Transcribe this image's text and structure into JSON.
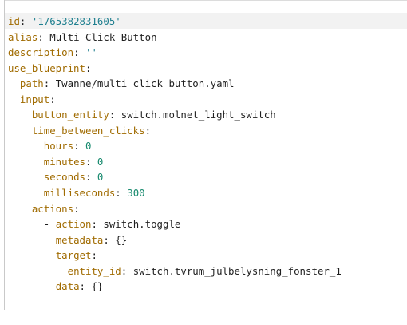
{
  "editor": {
    "lines": [
      {
        "indent": "",
        "dash": "",
        "key": "id",
        "value": "'1765382831605'",
        "value_type": "str"
      },
      {
        "indent": "",
        "dash": "",
        "key": "alias",
        "value": "Multi Click Button",
        "value_type": "plain"
      },
      {
        "indent": "",
        "dash": "",
        "key": "description",
        "value": "''",
        "value_type": "str"
      },
      {
        "indent": "",
        "dash": "",
        "key": "use_blueprint",
        "value": "",
        "value_type": "plain"
      },
      {
        "indent": "  ",
        "dash": "",
        "key": "path",
        "value": "Twanne/multi_click_button.yaml",
        "value_type": "plain"
      },
      {
        "indent": "  ",
        "dash": "",
        "key": "input",
        "value": "",
        "value_type": "plain"
      },
      {
        "indent": "    ",
        "dash": "",
        "key": "button_entity",
        "value": "switch.molnet_light_switch",
        "value_type": "plain"
      },
      {
        "indent": "    ",
        "dash": "",
        "key": "time_between_clicks",
        "value": "",
        "value_type": "plain"
      },
      {
        "indent": "      ",
        "dash": "",
        "key": "hours",
        "value": "0",
        "value_type": "num"
      },
      {
        "indent": "      ",
        "dash": "",
        "key": "minutes",
        "value": "0",
        "value_type": "num"
      },
      {
        "indent": "      ",
        "dash": "",
        "key": "seconds",
        "value": "0",
        "value_type": "num"
      },
      {
        "indent": "      ",
        "dash": "",
        "key": "milliseconds",
        "value": "300",
        "value_type": "num"
      },
      {
        "indent": "    ",
        "dash": "",
        "key": "actions",
        "value": "",
        "value_type": "plain"
      },
      {
        "indent": "      ",
        "dash": "- ",
        "key": "action",
        "value": "switch.toggle",
        "value_type": "plain"
      },
      {
        "indent": "        ",
        "dash": "",
        "key": "metadata",
        "value": "{}",
        "value_type": "plain"
      },
      {
        "indent": "        ",
        "dash": "",
        "key": "target",
        "value": "",
        "value_type": "plain"
      },
      {
        "indent": "          ",
        "dash": "",
        "key": "entity_id",
        "value": "switch.tvrum_julbelysning_fonster_1",
        "value_type": "plain"
      },
      {
        "indent": "        ",
        "dash": "",
        "key": "data",
        "value": "{}",
        "value_type": "plain"
      }
    ]
  }
}
